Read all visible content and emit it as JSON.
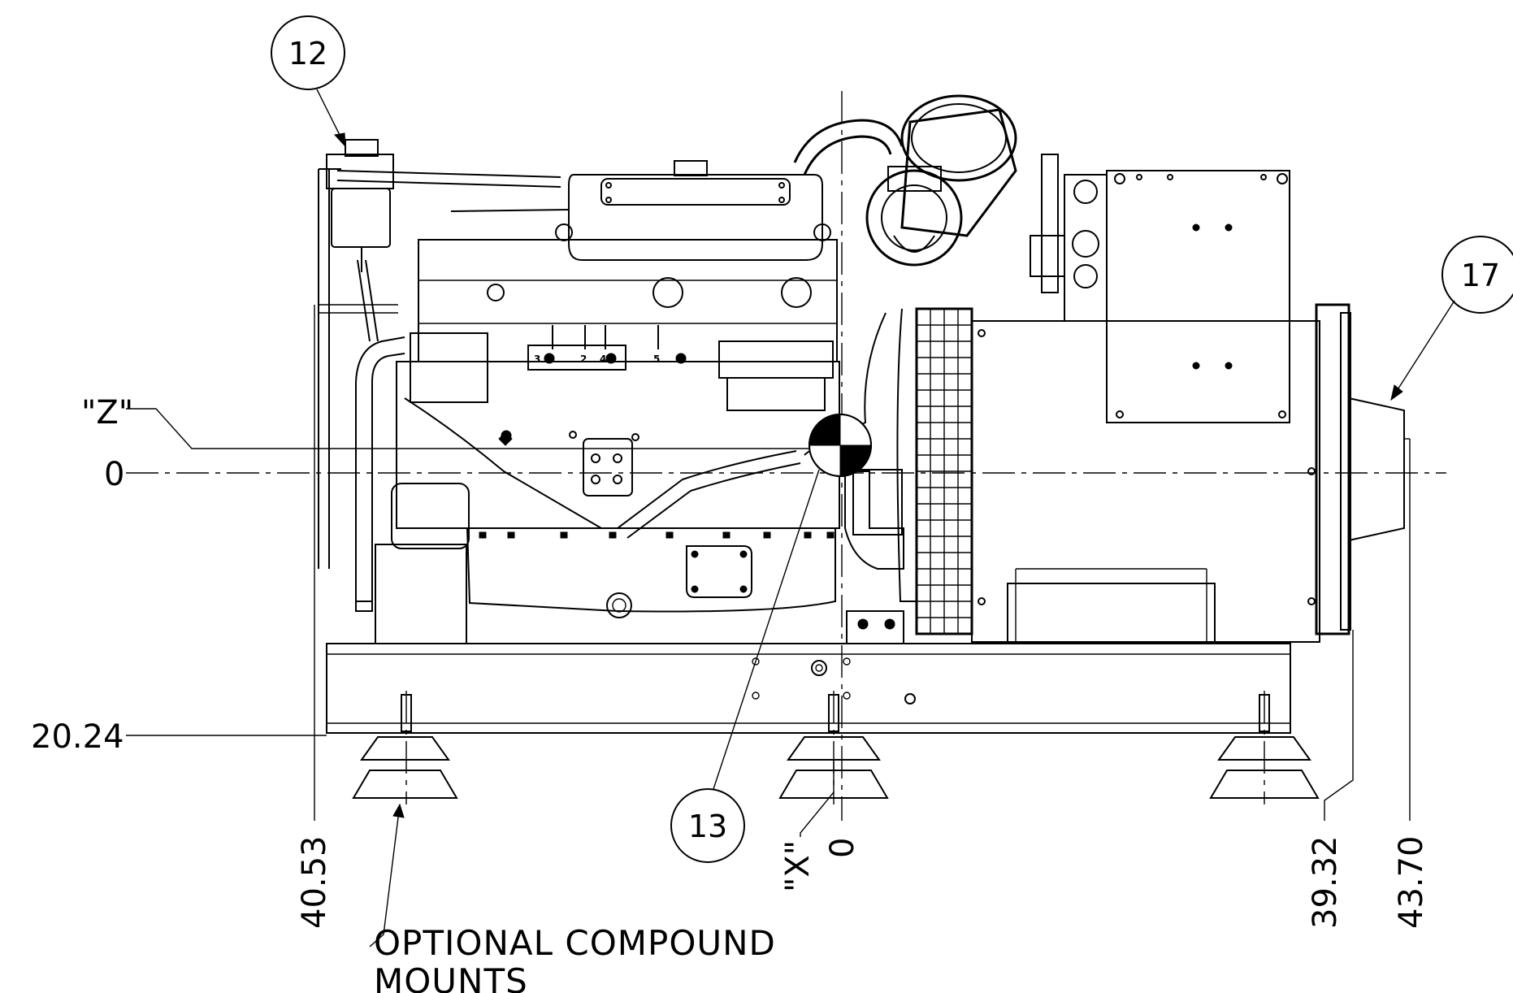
{
  "balloons": [
    {
      "id": "b12",
      "label": "12"
    },
    {
      "id": "b17",
      "label": "17"
    },
    {
      "id": "b13",
      "label": "13"
    }
  ],
  "datum_labels": {
    "z_label": "\"Z\"",
    "z_zero": "0",
    "x_label": "\"X\"",
    "x_zero": "0"
  },
  "dimensions": {
    "left_rail": "20.24",
    "frame_left": "40.53",
    "gen_rear": "39.32",
    "gen_end": "43.70"
  },
  "note": {
    "line1": "OPTIONAL COMPOUND",
    "line2": "MOUNTS"
  },
  "cylinder_numbers": [
    "3",
    "2",
    "4",
    "5"
  ]
}
